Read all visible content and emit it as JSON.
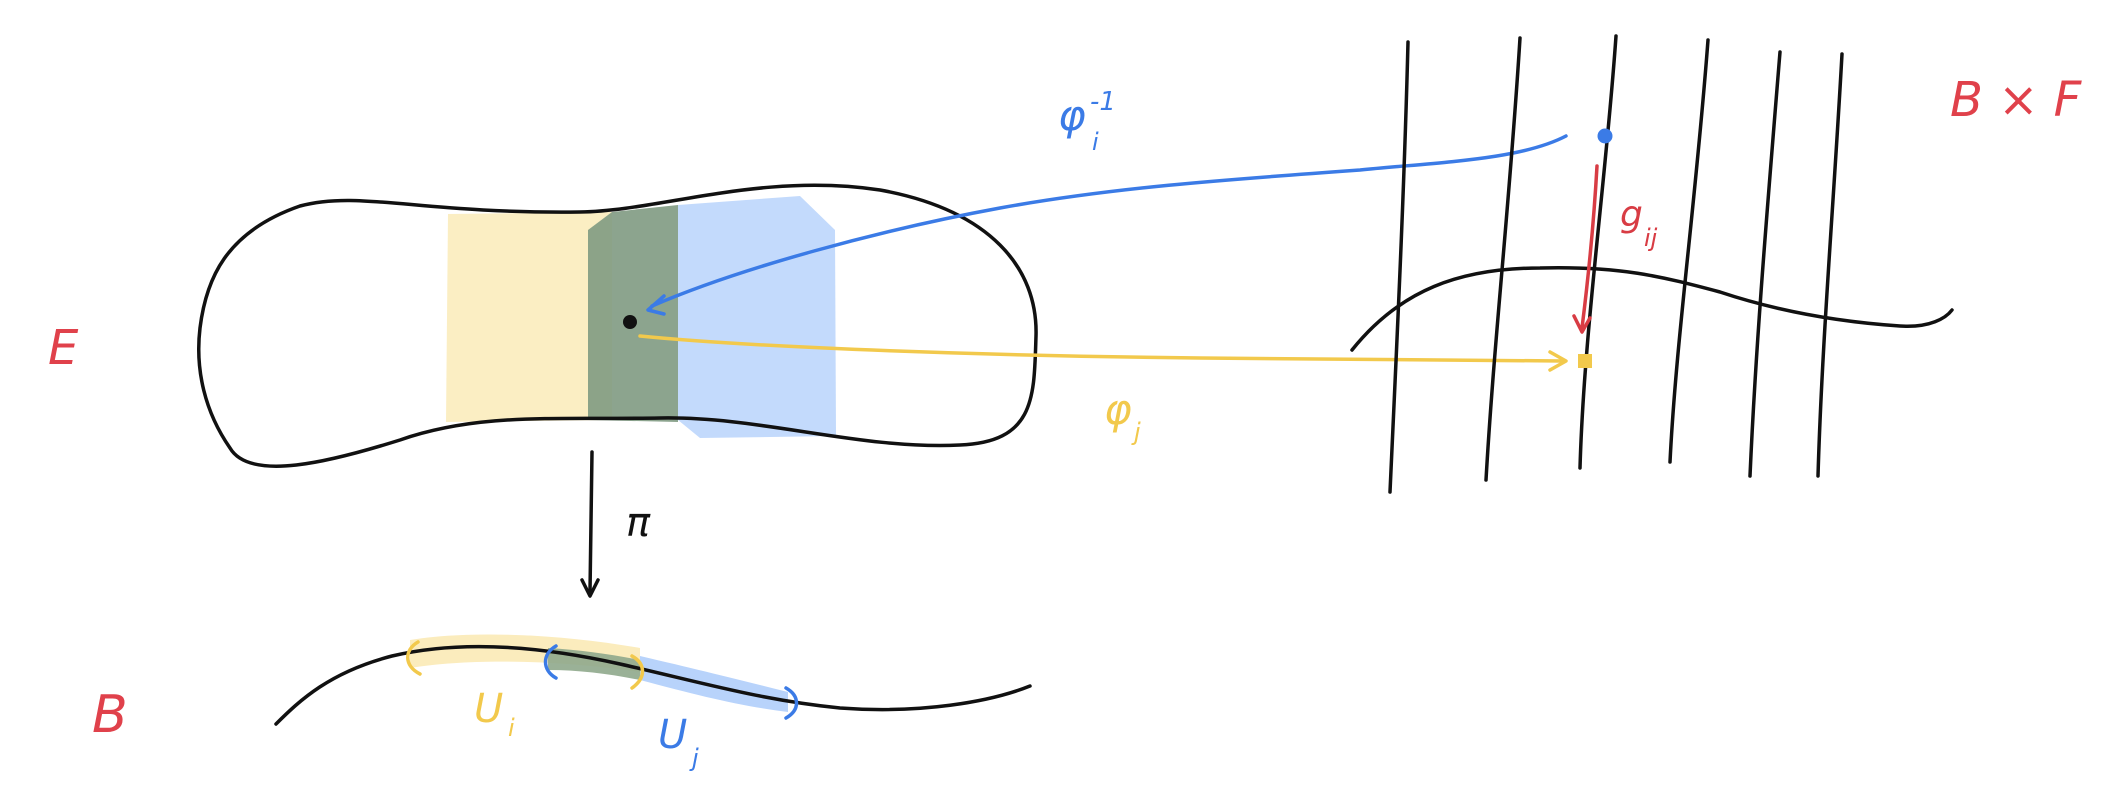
{
  "labels": {
    "total_space": "E",
    "base_space": "B",
    "product_space": "B × F",
    "projection": "π",
    "chart_inverse": "φ",
    "chart_inverse_sub": "i",
    "chart_inverse_sup": "-1",
    "chart": "φ",
    "chart_sub": "j",
    "transition": "g",
    "transition_sub": "ij",
    "open_set_i": "U",
    "open_set_i_sub": "i",
    "open_set_j": "U",
    "open_set_j_sub": "j"
  },
  "colors": {
    "ink": "#111111",
    "label_red": "#e0414b",
    "blue": "#3b7be6",
    "yellow": "#f2c94c",
    "yellow_fill": "#fbecbd",
    "blue_fill": "#b8d3fb",
    "overlap_fill": "#7f9a82",
    "transition_red": "#d83c44"
  }
}
